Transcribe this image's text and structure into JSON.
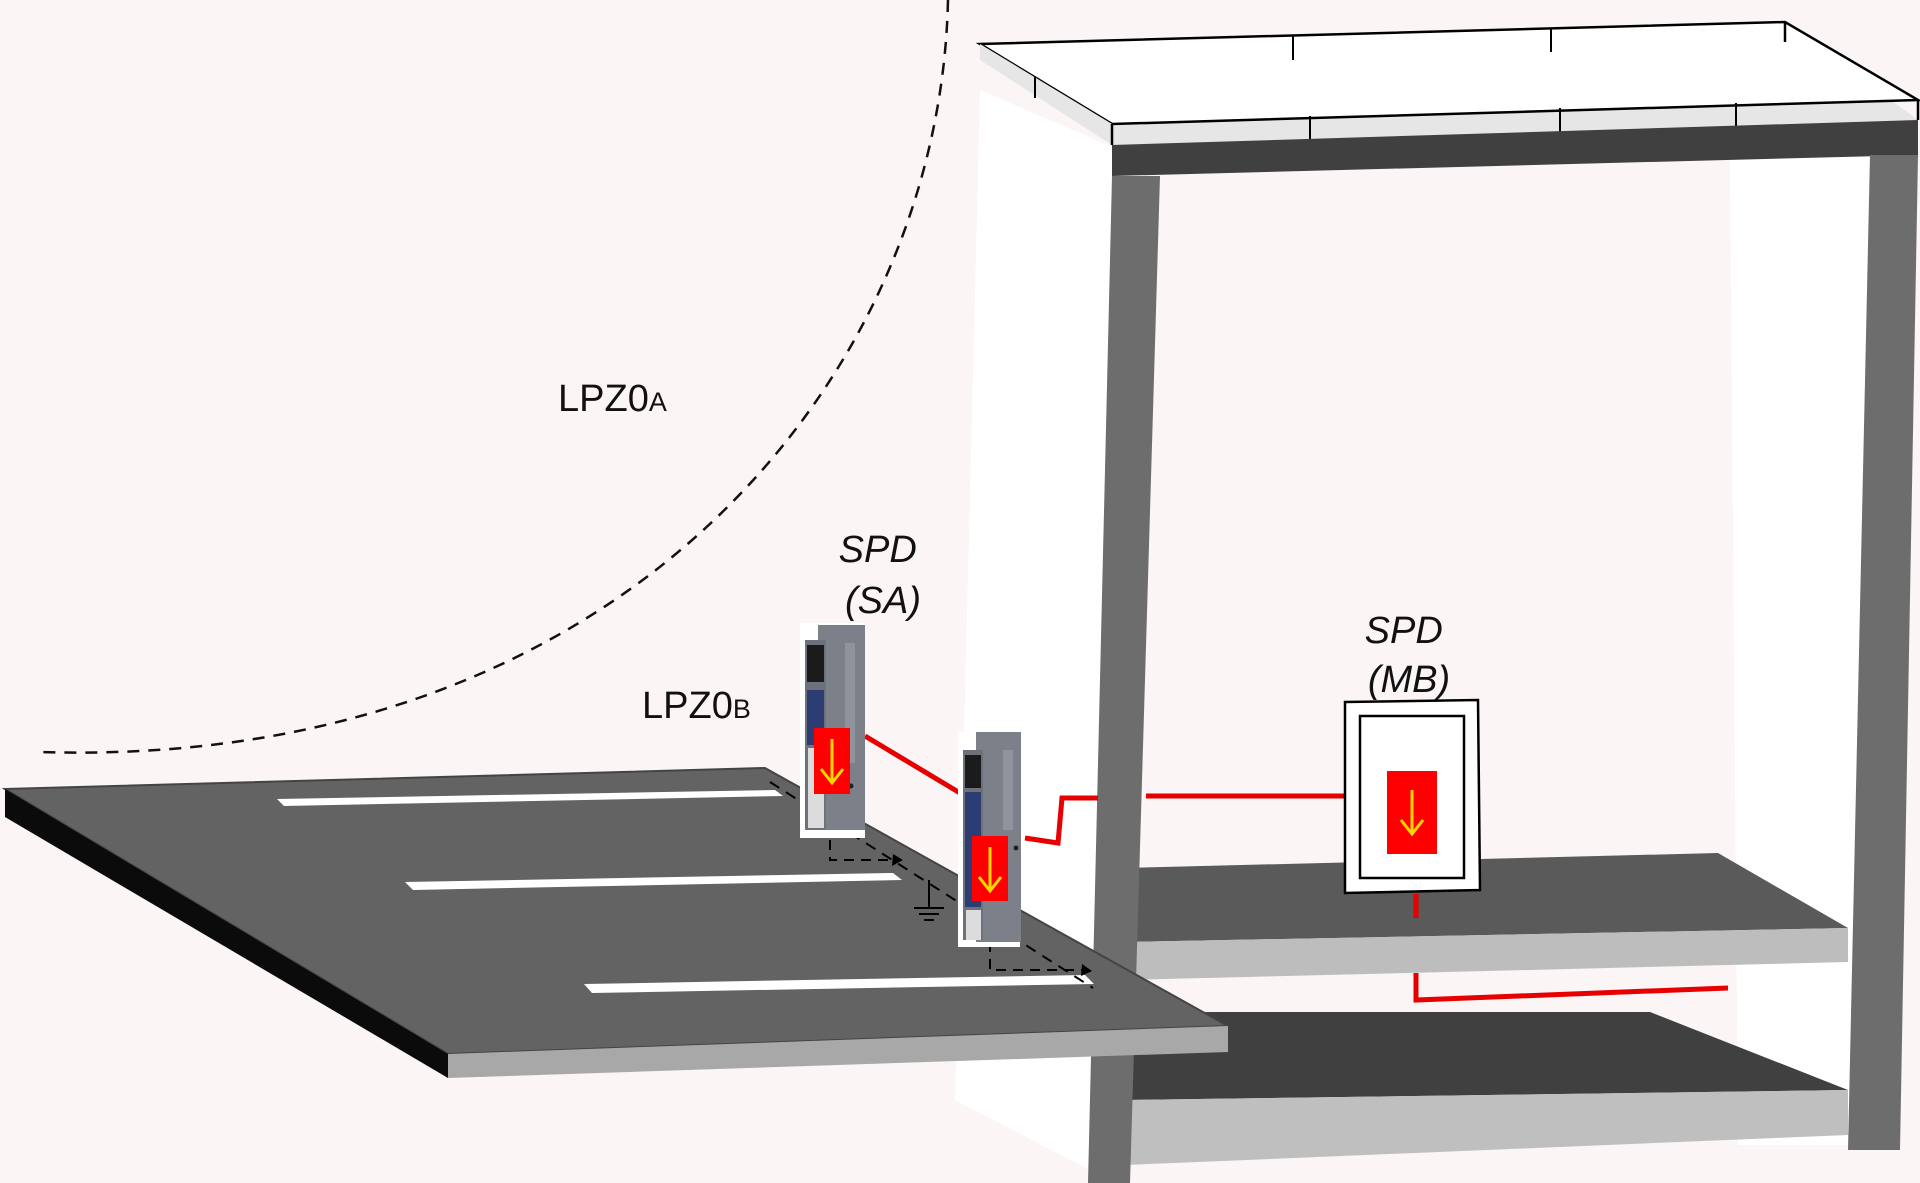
{
  "labels": {
    "zone_a": {
      "main": "LPZ0",
      "sub": "A"
    },
    "zone_b": {
      "main": "LPZ0",
      "sub": "B"
    },
    "spd_sa": {
      "line1": "SPD",
      "line2": "(SA)"
    },
    "spd_mb": {
      "line1": "SPD",
      "line2": "(MB)"
    }
  },
  "colors": {
    "background": "#fbf5f5",
    "surge_line": "#e60000",
    "spd_block": "#ff0000",
    "spd_arrow": "#ffd700",
    "pillar": "#6d6d6d",
    "road_top": "#636363",
    "roof_band": "#404040"
  },
  "icons": [
    "surge-arrow-icon",
    "ground-symbol-icon",
    "charger-icon",
    "distribution-box-icon"
  ]
}
